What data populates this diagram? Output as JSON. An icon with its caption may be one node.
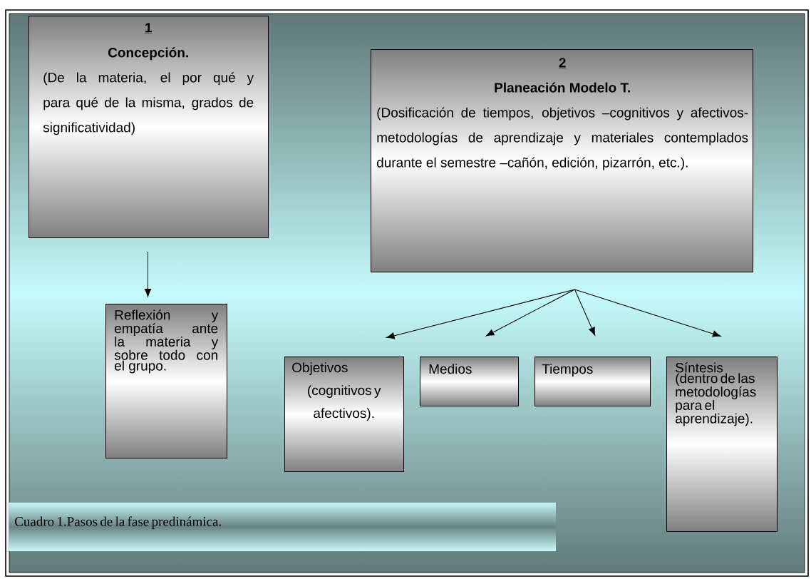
{
  "diagram": {
    "nodes": [
      {
        "text": [
          "1",
          "Concepción.",
          "(De la materia, el por qué y para qué de la misma, grados de significatividad)"
        ]
      },
      {
        "text": [
          "2",
          "Planeación Modelo T.",
          "(Dosificación de tiempos, objetivos –cognitivos y afectivos- metodologías de aprendizaje y materiales contemplados durante el semestre –cañón, edición, pizarrón, etc.)."
        ]
      },
      {
        "text": [
          "Reflexión y empatía ante la materia y sobre todo con el grupo."
        ]
      },
      {
        "text": [
          "Objetivos",
          "(cognitivos y afectivos)."
        ]
      },
      {
        "text": [
          "Medios"
        ]
      },
      {
        "text": [
          "Tiempos"
        ]
      },
      {
        "text": [
          "Síntesis",
          "(dentro de las metodologías para el aprendizaje)."
        ]
      },
      {
        "text": [
          "Cuadro 1.Pasos de la fase predinámica."
        ]
      }
    ],
    "edges": [
      {
        "from": 0,
        "to": 2,
        "arrow": "to"
      },
      {
        "from": 1,
        "to": 3,
        "arrow": "to"
      },
      {
        "from": 1,
        "to": 4,
        "arrow": "to"
      },
      {
        "from": 1,
        "to": 5,
        "arrow": "to"
      },
      {
        "from": 1,
        "to": 6,
        "arrow": "to"
      }
    ]
  }
}
